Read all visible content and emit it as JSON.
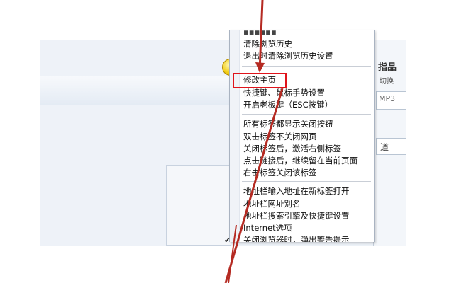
{
  "menu": {
    "items": [
      {
        "id": "clear-history",
        "label": "清除浏览历史"
      },
      {
        "id": "exit-clear-settings",
        "label": "退出时清除浏览历史设置"
      },
      {
        "id": "edit-homepage",
        "label": "修改主页"
      },
      {
        "id": "shortcut-gesture",
        "label": "快捷键、鼠标手势设置"
      },
      {
        "id": "boss-key",
        "label": "开启老板键（ESC按键）"
      },
      {
        "id": "all-tabs-close-btn",
        "label": "所有标签都显示关闭按钮"
      },
      {
        "id": "dblclick-no-close",
        "label": "双击标签不关闭网页"
      },
      {
        "id": "activate-right",
        "label": "关闭标签后，激活右侧标签"
      },
      {
        "id": "stay-on-page",
        "label": "点击链接后，继续留在当前页面"
      },
      {
        "id": "right-click-close",
        "label": "右击标签关闭该标签"
      },
      {
        "id": "addr-new-tab",
        "label": "地址栏输入地址在新标签打开"
      },
      {
        "id": "addr-alias",
        "label": "地址栏网址别名"
      },
      {
        "id": "addr-search",
        "label": "地址栏搜索引擎及快捷键设置"
      },
      {
        "id": "internet-options",
        "label": "Internet选项"
      },
      {
        "id": "close-warning",
        "label": "关闭浏览器时，弹出警告提示",
        "checked": true
      }
    ]
  },
  "right_pane": {
    "text1": "指品",
    "text2": "切换",
    "text3": "MP3",
    "text4": "道"
  },
  "colors": {
    "highlight_border": "#e0141b",
    "arrow": "#b52a22"
  }
}
